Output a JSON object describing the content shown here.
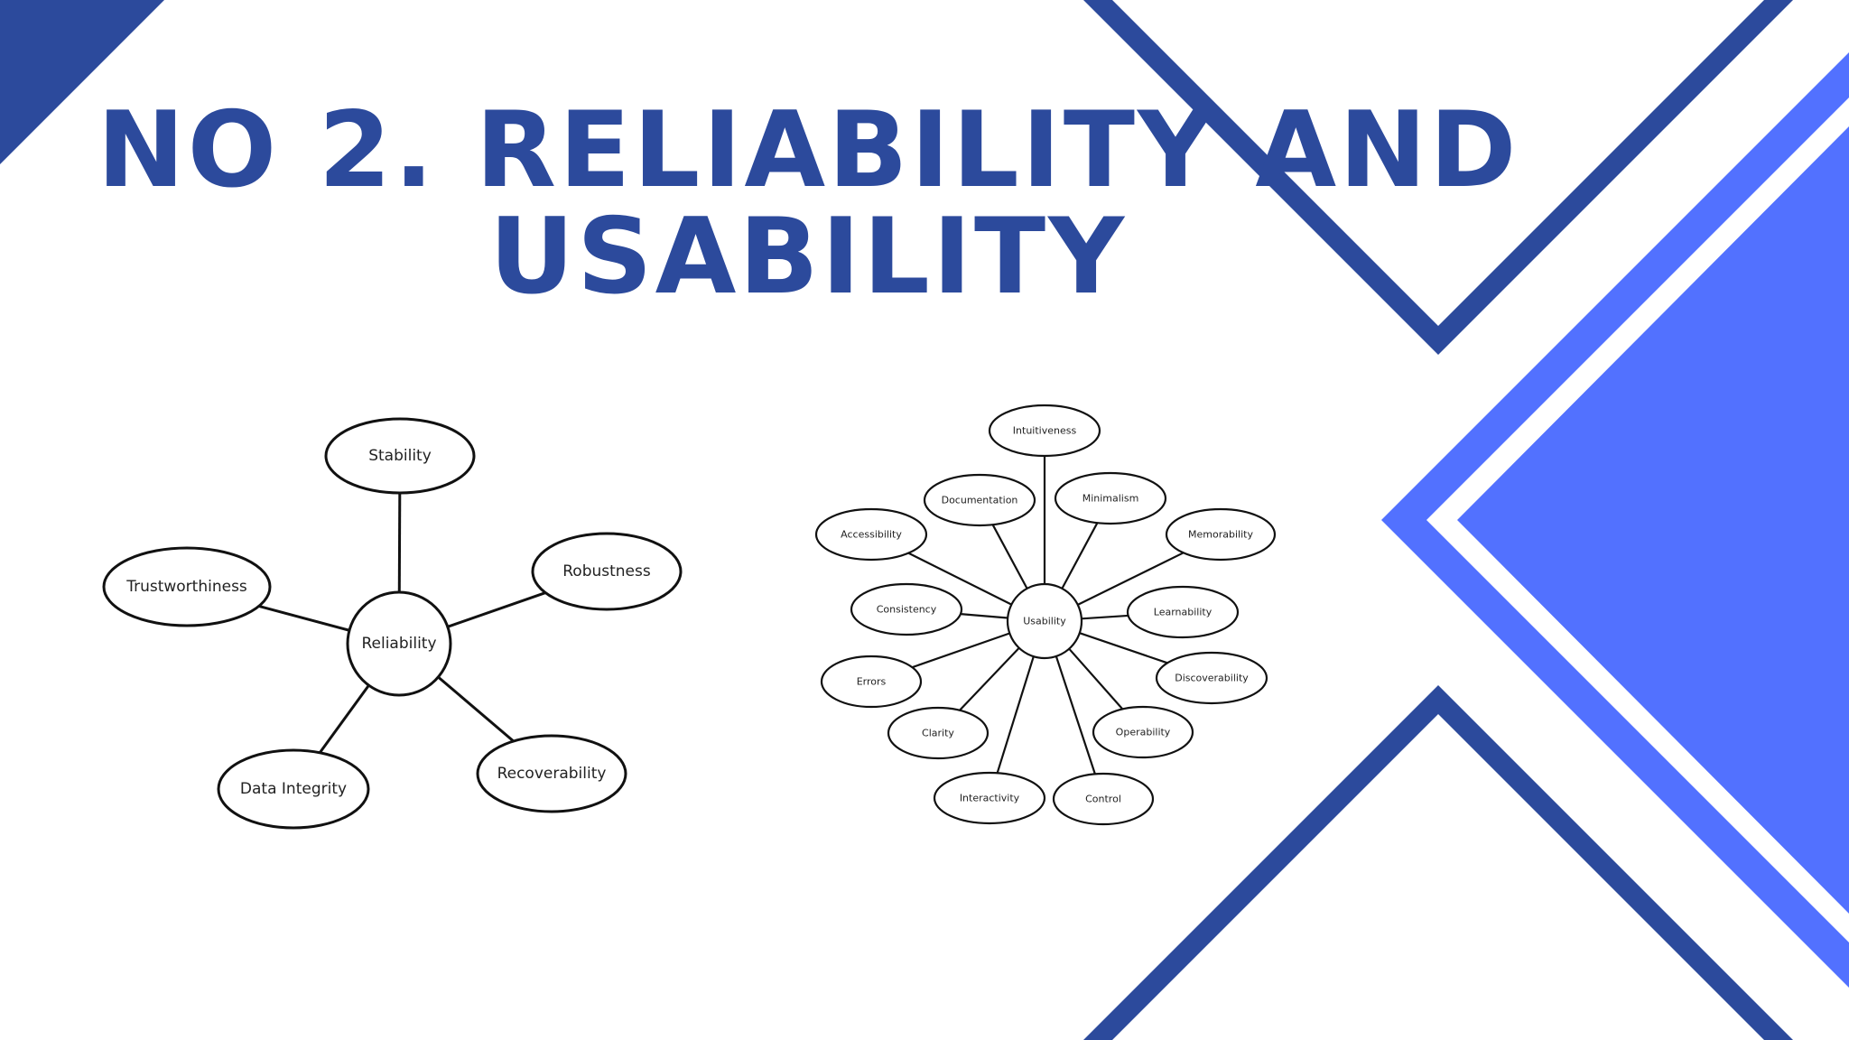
{
  "title": {
    "line1": "NO 2. RELIABILITY AND",
    "line2": "USABILITY"
  },
  "colors": {
    "navy": "#2c4a9c",
    "bright_blue": "#5271ff",
    "ink": "#111111"
  },
  "diagrams": {
    "reliability": {
      "center": "Reliability",
      "nodes": [
        "Stability",
        "Robustness",
        "Recoverability",
        "Data Integrity",
        "Trustworthiness"
      ]
    },
    "usability": {
      "center": "Usability",
      "nodes": [
        "Intuitiveness",
        "Minimalism",
        "Memorability",
        "Learnability",
        "Discoverability",
        "Operability",
        "Control",
        "Interactivity",
        "Clarity",
        "Errors",
        "Consistency",
        "Accessibility",
        "Documentation"
      ]
    }
  }
}
